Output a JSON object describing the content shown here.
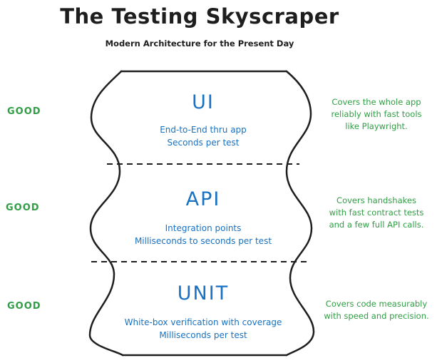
{
  "header": {
    "title": "The Testing Skyscraper",
    "subtitle": "Modern Architecture for the Present Day"
  },
  "layers": [
    {
      "name": "UI",
      "desc_line1": "End-to-End thru app",
      "desc_line2": "Seconds per test",
      "rating": "GOOD",
      "note_line1": "Covers the whole app",
      "note_line2": "reliably with fast tools",
      "note_line3": "like Playwright."
    },
    {
      "name": "API",
      "desc_line1": "Integration points",
      "desc_line2": "Milliseconds to seconds per test",
      "rating": "GOOD",
      "note_line1": "Covers handshakes",
      "note_line2": "with fast contract tests",
      "note_line3": "and a few full API calls."
    },
    {
      "name": "UNIT",
      "desc_line1": "White-box verification with coverage",
      "desc_line2": "Milliseconds per test",
      "rating": "GOOD",
      "note_line1": "Covers code measurably",
      "note_line2": "with speed and precision."
    }
  ],
  "colors": {
    "text": "#1e1e1e",
    "layer_text": "#1971c2",
    "good_text": "#2f9e44",
    "outline": "#1e1e1e"
  }
}
